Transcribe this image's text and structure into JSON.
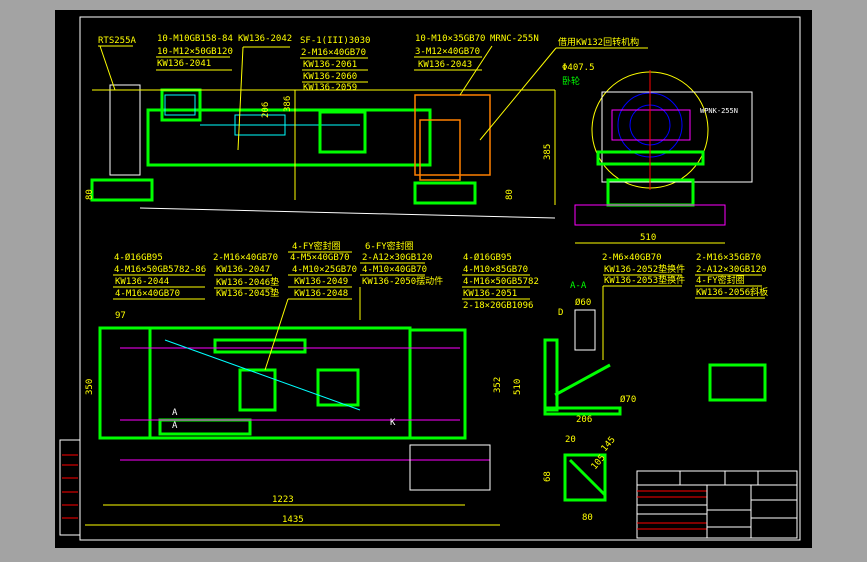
{
  "top_view": {
    "labels": [
      "RTS255A",
      "10-M10GB158-84",
      "10-M12×50GB120",
      "KW136-2041",
      "KW136-2042",
      "SF-1(III)3030",
      "2-M16×40GB70",
      "KW136-2061",
      "KW136-2060",
      "KW136-2059",
      "10-M10×35GB70",
      "3-M12×40GB70",
      "KW136-2043",
      "MRNC-255N",
      "借用KW132回转机构"
    ],
    "dims": [
      "206",
      "386",
      "80",
      "80",
      "385"
    ]
  },
  "side_view": {
    "dia": "Φ407.5",
    "note": "卧轮",
    "motor": "WPNK-255N",
    "dim": "510"
  },
  "plan_view": {
    "labels_a": [
      "4-Ø16GB95",
      "4-M16×50GB5782-86",
      "KW136-2044",
      "4-M16×40GB70"
    ],
    "labels_b": [
      "2-M16×40GB70",
      "KW136-2047",
      "KW136-2046垫",
      "KW136-2045垫"
    ],
    "labels_c": [
      "4-FY密封圈",
      "4-M5×40GB70",
      "4-M10×25GB70",
      "KW136-2049",
      "KW136-2048"
    ],
    "labels_d": [
      "6-FY密封圈",
      "2-A12×30GB120",
      "4-M10×40GB70",
      "KW136-2050摆动件"
    ],
    "labels_e": [
      "4-Ø16GB95",
      "4-M10×85GB70",
      "4-M16×50GB5782",
      "KW136-2051",
      "2-18×20GB1096"
    ],
    "dims": [
      "97",
      "350",
      "352",
      "510",
      "1223",
      "1435"
    ],
    "marks": [
      "A",
      "A",
      "K"
    ]
  },
  "section": {
    "labels_a": [
      "2-M6×40GB70",
      "KW136-2052垫换件",
      "KW136-2053垫换件"
    ],
    "labels_b": [
      "2-M16×35GB70",
      "2-A12×30GB120",
      "4-FY密封圈",
      "KW136-2056斜板"
    ],
    "title": "A-A",
    "d": "D",
    "dia60": "Ø60",
    "dia70": "Ø70",
    "dim206": "206"
  },
  "detail": {
    "dims": [
      "20",
      "145",
      "105",
      "68",
      "80"
    ]
  }
}
